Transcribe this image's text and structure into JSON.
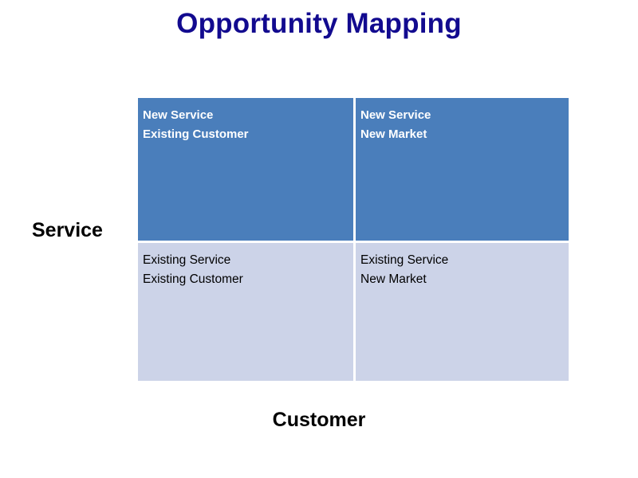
{
  "slide": {
    "title": "Opportunity Mapping",
    "title_color": "#120a8f",
    "background_color": "#ffffff"
  },
  "axes": {
    "vertical_label": "Service",
    "horizontal_label": "Customer",
    "label_color": "#000000"
  },
  "matrix": {
    "fill_top": "#4a7ebb",
    "fill_bottom": "#ccd3e8",
    "divider_color": "#ffffff",
    "quadrants": [
      {
        "position": "top-left",
        "line1": "New Service",
        "line2": "Existing Customer",
        "text_color": "#ffffff",
        "fill": "#4a7ebb"
      },
      {
        "position": "top-right",
        "line1": "New Service",
        "line2": "New Market",
        "text_color": "#ffffff",
        "fill": "#4a7ebb"
      },
      {
        "position": "bottom-left",
        "line1": "Existing Service",
        "line2": "Existing Customer",
        "text_color": "#000000",
        "fill": "#ccd3e8"
      },
      {
        "position": "bottom-right",
        "line1": "Existing Service",
        "line2": "New Market",
        "text_color": "#000000",
        "fill": "#ccd3e8"
      }
    ]
  }
}
